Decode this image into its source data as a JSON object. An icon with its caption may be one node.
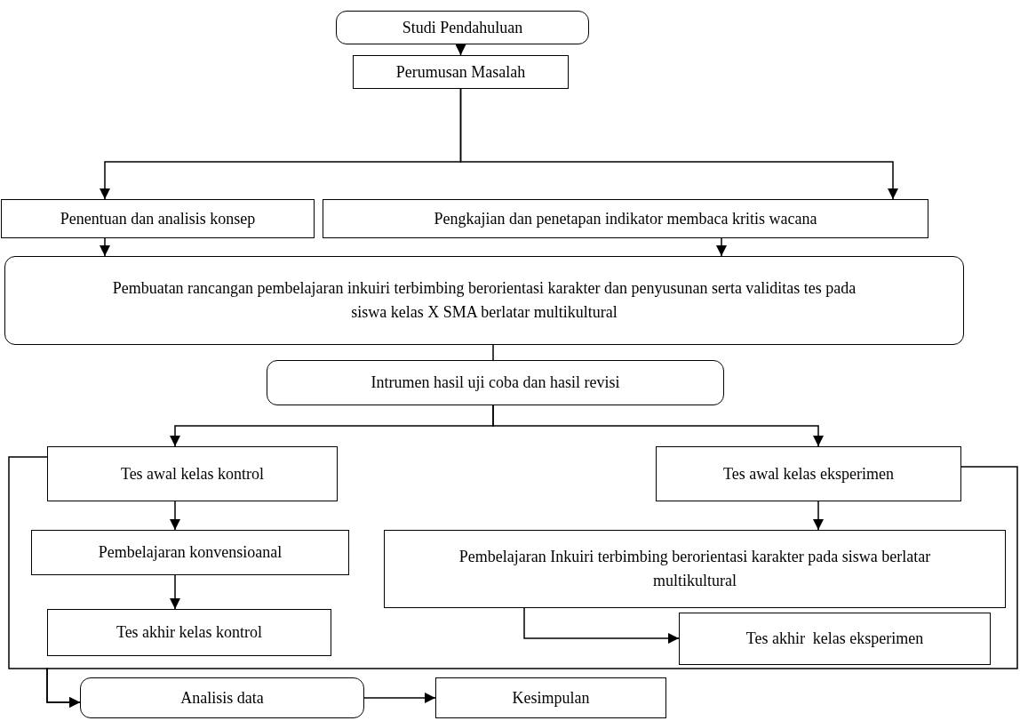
{
  "diagram": {
    "nodes": [
      {
        "text": [
          "Studi Pendahuluan"
        ]
      },
      {
        "text": [
          "Perumusan Masalah"
        ]
      },
      {
        "text": [
          "Penentuan dan analisis konsep"
        ]
      },
      {
        "text": [
          "Pengkajian dan penetapan indikator membaca kritis wacana"
        ]
      },
      {
        "text": [
          "Pembuatan rancangan pembelajaran inkuiri terbimbing berorientasi karakter dan penyusunan serta validitas tes pada siswa kelas X SMA berlatar multikultural"
        ]
      },
      {
        "text": [
          "Intrumen hasil uji coba dan hasil revisi"
        ]
      },
      {
        "text": [
          "Tes awal kelas kontrol"
        ]
      },
      {
        "text": [
          "Tes awal kelas eksperimen"
        ]
      },
      {
        "text": [
          "Pembelajaran konvensioanal"
        ]
      },
      {
        "text": [
          "Tes akhir kelas kontrol"
        ]
      },
      {
        "text": [
          "Pembelajaran Inkuiri terbimbing berorientasi karakter pada siswa berlatar multikultural"
        ]
      },
      {
        "text": [
          "Tes akhir  kelas eksperimen"
        ]
      },
      {
        "text": [
          "Analisis data"
        ]
      },
      {
        "text": [
          "Kesimpulan"
        ]
      }
    ],
    "edges": [
      {
        "from": 0,
        "to": 1,
        "arrow": "to"
      },
      {
        "from": 1,
        "to": 2,
        "arrow": "to"
      },
      {
        "from": 1,
        "to": 3,
        "arrow": "to"
      },
      {
        "from": 2,
        "to": 4,
        "arrow": "to"
      },
      {
        "from": 3,
        "to": 4,
        "arrow": "to"
      },
      {
        "from": 4,
        "to": 5,
        "arrow": "none"
      },
      {
        "from": 5,
        "to": 6,
        "arrow": "to"
      },
      {
        "from": 5,
        "to": 7,
        "arrow": "to"
      },
      {
        "from": 6,
        "to": 8,
        "arrow": "to"
      },
      {
        "from": 8,
        "to": 9,
        "arrow": "to"
      },
      {
        "from": 7,
        "to": 10,
        "arrow": "to"
      },
      {
        "from": 10,
        "to": 11,
        "arrow": "to"
      },
      {
        "from": 6,
        "to": 12,
        "arrow": "to"
      },
      {
        "from": 7,
        "to": 12,
        "arrow": "to"
      },
      {
        "from": 12,
        "to": 13,
        "arrow": "to"
      }
    ]
  }
}
